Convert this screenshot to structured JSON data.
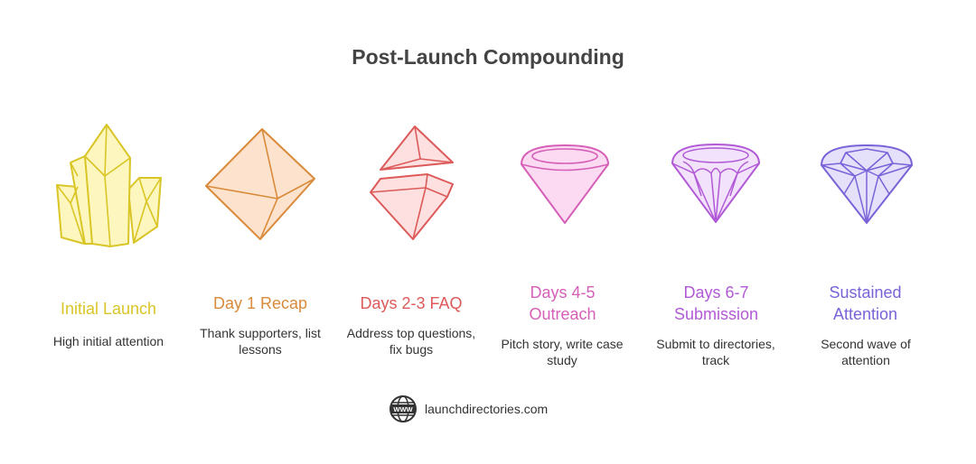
{
  "title": "Post-Launch Compounding",
  "stages": [
    {
      "label": "Initial Launch",
      "desc": "High initial attention",
      "color": "#d9c526",
      "icon": "crystal-cluster-icon"
    },
    {
      "label": "Day 1 Recap",
      "desc": "Thank supporters, list lessons",
      "color": "#d98a3a",
      "icon": "octahedron-gem-icon"
    },
    {
      "label": "Days 2-3 FAQ",
      "desc": "Address top questions, fix bugs",
      "color": "#dd5a5a",
      "icon": "split-gem-icon"
    },
    {
      "label": "Days 4-5 Outreach",
      "desc": "Pitch story, write case study",
      "color": "#d65fb7",
      "icon": "simple-diamond-icon"
    },
    {
      "label": "Days 6-7 Submission",
      "desc": "Submit to directories, track",
      "color": "#b25ad6",
      "icon": "faceted-diamond-icon"
    },
    {
      "label": "Sustained Attention",
      "desc": "Second wave of attention",
      "color": "#7a62d8",
      "icon": "brilliant-diamond-icon"
    }
  ],
  "footer": {
    "text": "launchdirectories.com",
    "icon": "www-globe-icon"
  }
}
